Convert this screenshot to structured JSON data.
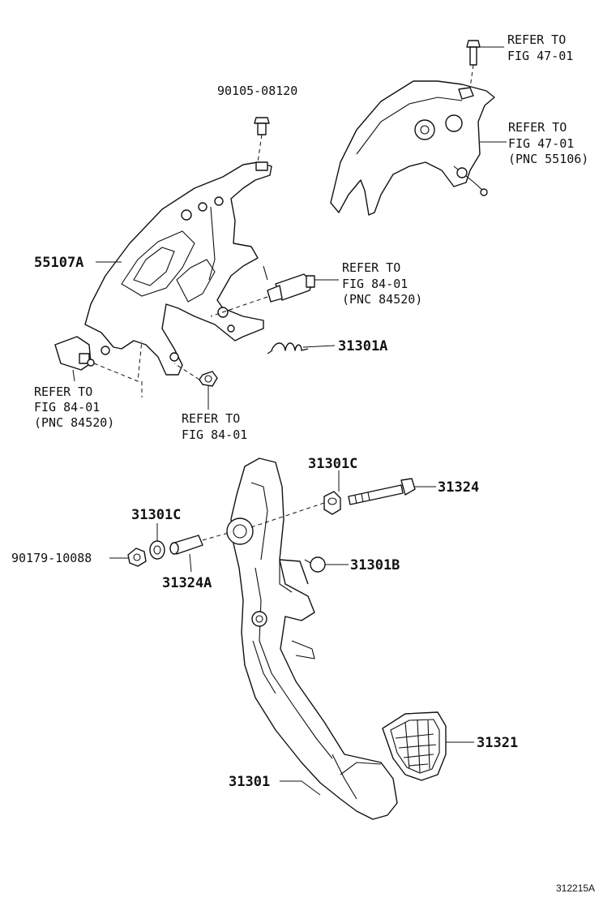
{
  "labels": {
    "bolt_top": "90105-08120",
    "bracket": "55107A",
    "refer_top_1": "REFER TO",
    "refer_top_2": "FIG 47-01",
    "refer_mid_1": "REFER TO",
    "refer_mid_2": "FIG 47-01",
    "refer_mid_3": "(PNC 55106)",
    "refer_switch_1": "REFER TO",
    "refer_switch_2": "FIG 84-01",
    "refer_switch_3": "(PNC 84520)",
    "spring": "31301A",
    "refer_left_1": "REFER TO",
    "refer_left_2": "FIG 84-01",
    "refer_left_3": "(PNC 84520)",
    "refer_nut_1": "REFER TO",
    "refer_nut_2": "FIG 84-01",
    "bushing_right": "31301C",
    "bolt_long": "31324",
    "bushing_left": "31301C",
    "nut": "90179-10088",
    "collar": "31324A",
    "stopper": "31301B",
    "pad": "31321",
    "pedal": "31301",
    "figure_code": "312215A"
  }
}
